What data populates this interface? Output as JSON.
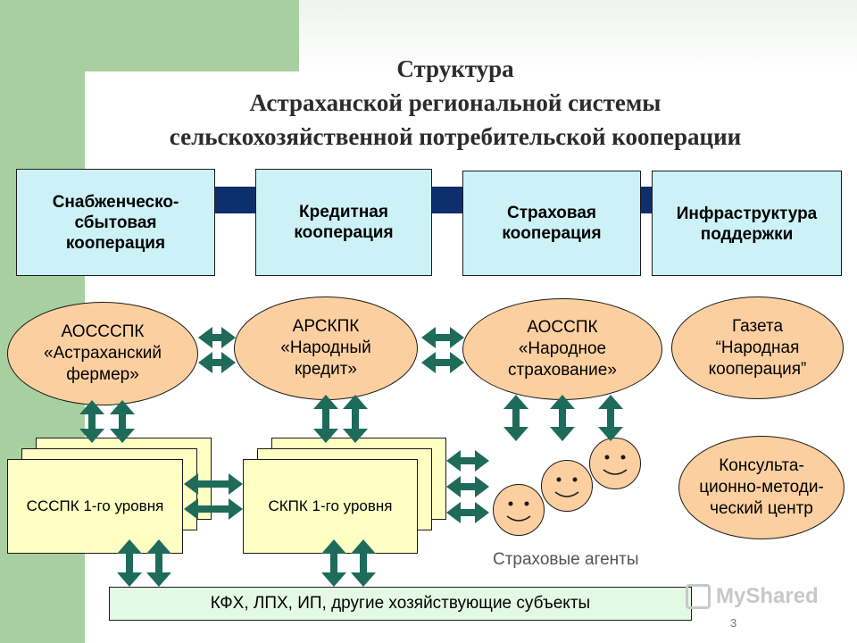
{
  "title": {
    "line1": "Структура",
    "line2": "Астраханской региональной системы",
    "line3": "сельскохозяйственной потребительской кооперации"
  },
  "top_boxes": [
    {
      "line1": "Снабженческо-",
      "line2": "сбытовая",
      "line3": "кооперация"
    },
    {
      "line1": "Кредитная",
      "line2": "кооперация"
    },
    {
      "line1": "Страховая",
      "line2": "кооперация"
    },
    {
      "line1": "Инфраструктура",
      "line2": "поддержки"
    }
  ],
  "ellipses": [
    {
      "line1": "АОСССПК",
      "line2": "«Астраханский",
      "line3": "фермер»"
    },
    {
      "line1": "АРСКПК",
      "line2": "«Народный",
      "line3": "кредит»"
    },
    {
      "line1": "АОССПК",
      "line2": "«Народное",
      "line3": "страхование»"
    },
    {
      "line1": "Газета",
      "line2": "“Народная",
      "line3": "кооперация”"
    },
    {
      "line1": "Консульта-",
      "line2": "ционно-методи-",
      "line3": "ческий центр"
    }
  ],
  "docs": [
    {
      "label": "СССПК 1-го уровня"
    },
    {
      "label": "СКПК 1-го уровня"
    }
  ],
  "agents_label": "Страховые агенты",
  "bottom_bar": "КФХ, ЛПХ, ИП, другие хозяйствующие субъекты",
  "logo_text": "MyShared",
  "page_number": "3",
  "colors": {
    "box_fill": "#ccf2f8",
    "ellipse_fill": "#fccfa0",
    "doc_fill": "#ffffc4",
    "bottom_fill": "#e4f9e4",
    "arrow_color": "#1e6b5a",
    "connector_color": "#0d2f6e",
    "sidebar_green": "#a8cfa0"
  }
}
